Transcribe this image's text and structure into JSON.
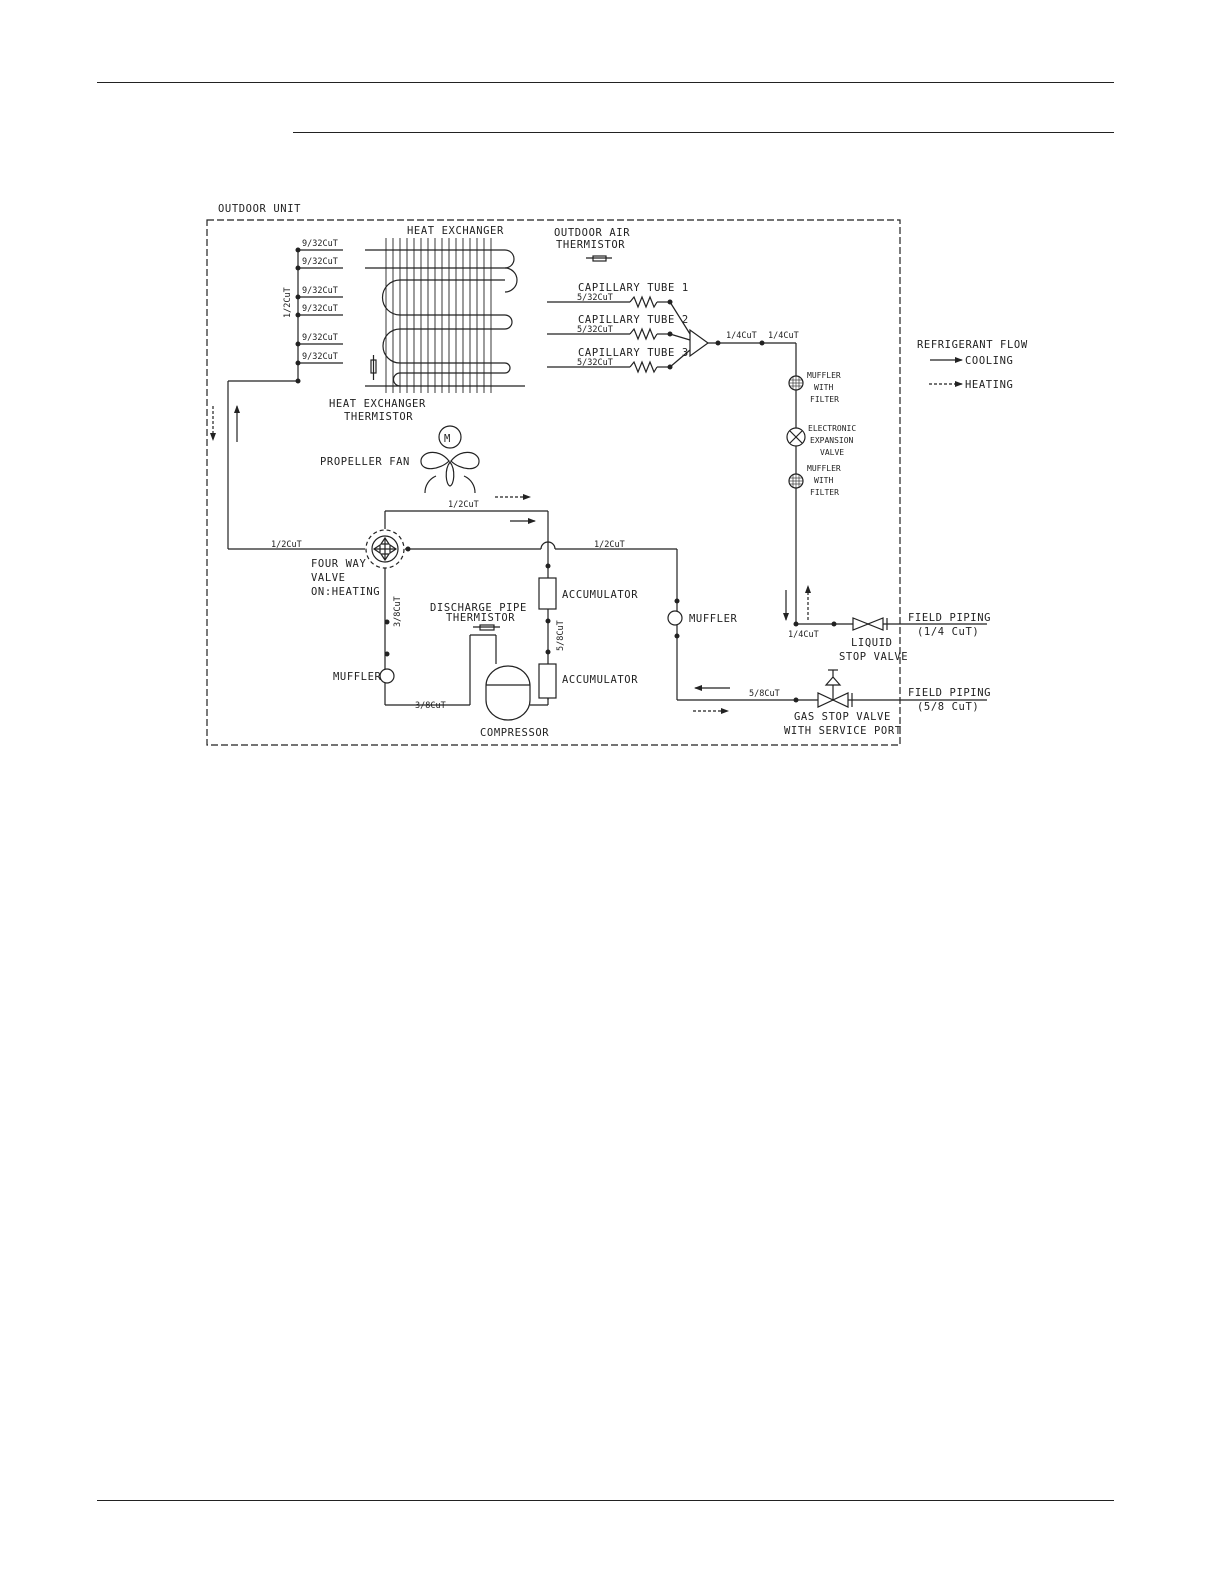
{
  "labels": {
    "outdoor_unit": "OUTDOOR UNIT",
    "heat_exchanger": "HEAT EXCHANGER",
    "outdoor_air_1": "OUTDOOR AIR",
    "outdoor_air_2": "THERMISTOR",
    "hx_therm_1": "HEAT EXCHANGER",
    "hx_therm_2": "THERMISTOR",
    "propeller_fan": "PROPELLER FAN",
    "motor": "M",
    "cap1": "CAPILLARY TUBE 1",
    "cap2": "CAPILLARY TUBE 2",
    "cap3": "CAPILLARY TUBE 3",
    "refrigerant_flow": "REFRIGERANT FLOW",
    "cooling": "COOLING",
    "heating": "HEATING",
    "muffler_filter_1": "MUFFLER",
    "muffler_filter_2": "WITH",
    "muffler_filter_3": "FILTER",
    "eev_1": "ELECTRONIC",
    "eev_2": "EXPANSION",
    "eev_3": "VALVE",
    "four_way_1": "FOUR WAY",
    "four_way_2": "VALVE",
    "four_way_3": "ON:HEATING",
    "discharge_1": "DISCHARGE PIPE",
    "discharge_2": "THERMISTOR",
    "accumulator": "ACCUMULATOR",
    "muffler": "MUFFLER",
    "compressor": "COMPRESSOR",
    "liquid_stop_1": "LIQUID",
    "liquid_stop_2": "STOP VALVE",
    "gas_stop_1": "GAS STOP VALVE",
    "gas_stop_2": "WITH SERVICE PORT",
    "field_piping": "FIELD PIPING",
    "field_liquid_size": "(1/4 CuT)",
    "field_gas_size": "(5/8 CuT)"
  },
  "pipe_sizes": {
    "hx_branch": "9/32CuT",
    "header": "1/2CuT",
    "cap_tube": "5/32CuT",
    "liquid": "1/4CuT",
    "suction": "1/2CuT",
    "discharge_loop": "1/2CuT",
    "left_main": "1/2CuT",
    "comp_line": "3/8CuT",
    "acc_line": "5/8CuT",
    "gas_line": "5/8CuT"
  }
}
